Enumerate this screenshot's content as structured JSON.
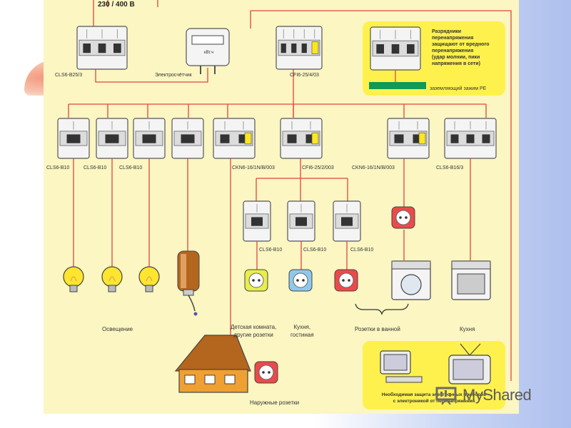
{
  "supply": "230 / 400 В",
  "top_row": {
    "main_breaker": "CLS6-B25/3",
    "meter_label": "Электросчётчик",
    "meter_unit": "кВт.ч",
    "rcd": "CFI6-25/4/03"
  },
  "surge_box": {
    "text": "Разрядники перенапряжения защищают от вредного перенапряжения (удар молнии, пики напряжения в сети)",
    "lines": [
      "Разрядники",
      "перенапряжения",
      "защищают от вредного",
      "перенапряжения",
      "(удар молнии, пики",
      "напряжения в сети)"
    ],
    "ground": "заземляющий зажим PE"
  },
  "row2_labels": [
    "CLS6-B10",
    "CLS6-B10",
    "CLS6-B10",
    "CKN6-16/1N/B/003",
    "CFI6-25/2/003",
    "CKN6-16/1N/B/003",
    "CLS6-B16/3"
  ],
  "row3_labels": [
    "CLS6-B10",
    "CLS6-B10",
    "CLS6-B10"
  ],
  "captions": {
    "lighting": "Освещение",
    "kids_1": "Детская комната,",
    "kids_2": "другие розетки",
    "kitchen_1": "Кухня,",
    "kitchen_2": "гостиная",
    "bathroom": "Розетки в ванной",
    "kitchen": "Кухня",
    "outdoor": "Наружные розетки"
  },
  "bottom_box": {
    "line1": "Необходимая защита электронных приборов",
    "line2": "с электроникой от перенапряжения"
  },
  "watermark": "MyShared",
  "colors": {
    "wire": "#e04545",
    "panel": "#fbf6c2",
    "highlight": "#fff14d",
    "ground_bar": "#119955"
  }
}
